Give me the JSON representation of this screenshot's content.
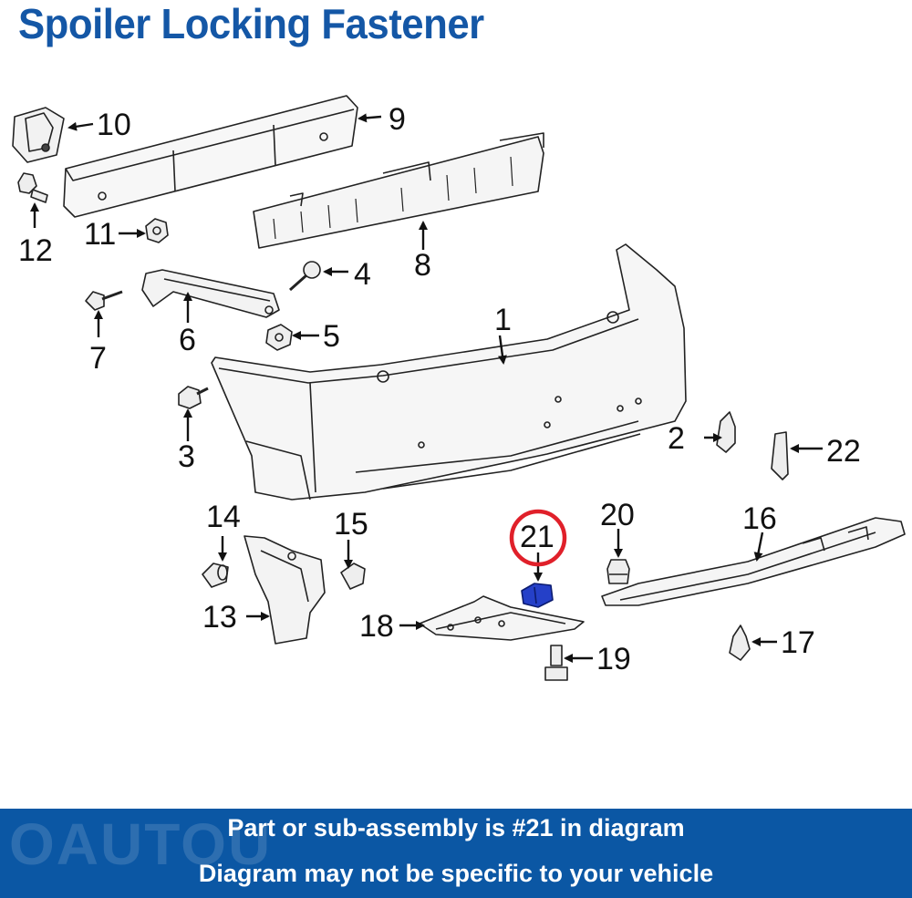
{
  "title": "Spoiler Locking Fastener",
  "highlight_color": "#e0202a",
  "brand_color": "#1457a6",
  "callouts": [
    "1",
    "2",
    "3",
    "4",
    "5",
    "6",
    "7",
    "8",
    "9",
    "10",
    "11",
    "12",
    "13",
    "14",
    "15",
    "16",
    "17",
    "18",
    "19",
    "20",
    "21",
    "22"
  ],
  "highlighted_part": "21",
  "footer": {
    "watermark": "OAUTOU",
    "line1": "Part or sub-assembly is #21 in diagram",
    "line2": "Diagram may not be specific to your vehicle"
  }
}
